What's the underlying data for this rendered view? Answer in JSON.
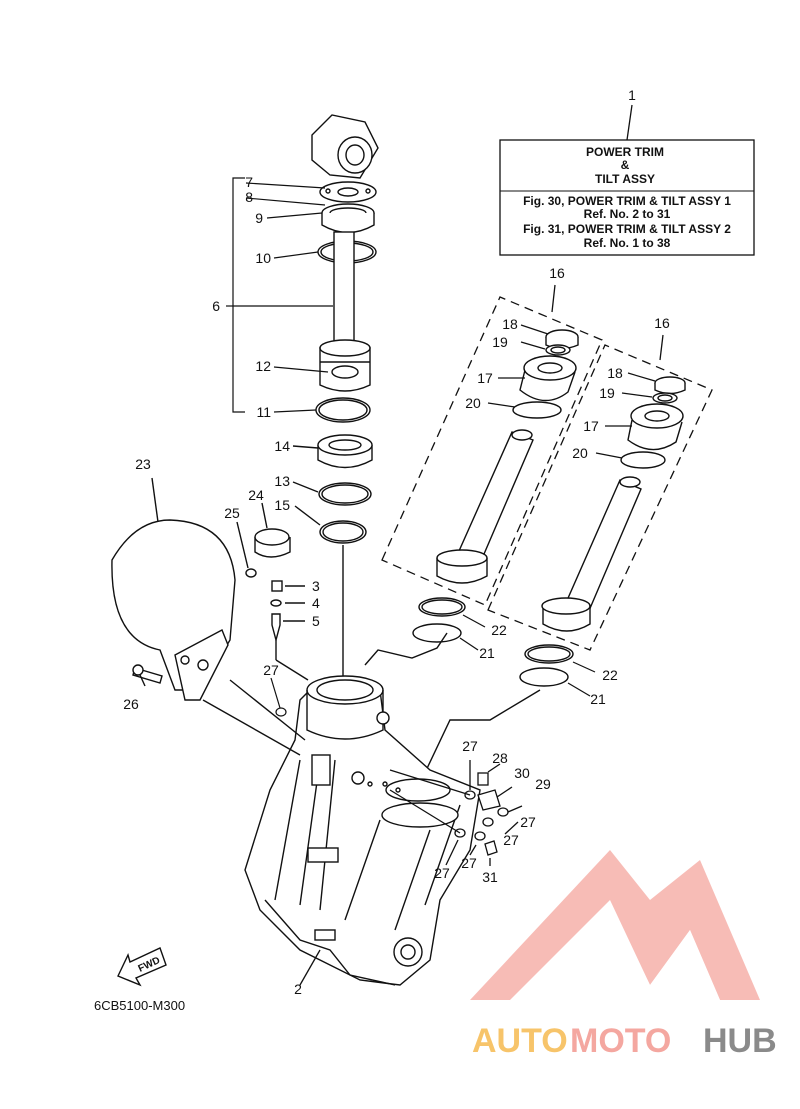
{
  "info_box": {
    "ref_number": "1",
    "lines": [
      "POWER TRIM",
      "&",
      "TILT ASSY",
      "Fig. 30, POWER TRIM & TILT ASSY 1",
      "Ref. No. 2 to 31",
      "Fig. 31, POWER TRIM & TILT ASSY 2",
      "Ref. No. 1 to 38"
    ]
  },
  "callouts": {
    "c7": "7",
    "c8": "8",
    "c9": "9",
    "c10": "10",
    "c6": "6",
    "c12": "12",
    "c11": "11",
    "c14": "14",
    "c13": "13",
    "c15": "15",
    "c23": "23",
    "c24": "24",
    "c25": "25",
    "c3": "3",
    "c4": "4",
    "c5": "5",
    "c26": "26",
    "c27a": "27",
    "c16a": "16",
    "c18a": "18",
    "c19a": "19",
    "c17a": "17",
    "c20a": "20",
    "c16b": "16",
    "c18b": "18",
    "c19b": "19",
    "c17b": "17",
    "c20b": "20",
    "c22a": "22",
    "c21a": "21",
    "c22b": "22",
    "c21b": "21",
    "c27b": "27",
    "c28": "28",
    "c30": "30",
    "c29": "29",
    "c27c": "27",
    "c27d": "27",
    "c27e": "27",
    "c27f": "27",
    "c31": "31",
    "c2": "2"
  },
  "fwd_label": "FWD",
  "diagram_code": "6CB5100-M300",
  "watermark": {
    "part1": "AUTO",
    "part2": "MOTO",
    "part3": "HUB",
    "colors": {
      "accent": "#f4a7a0",
      "orange": "#f7c46a",
      "gray": "#8a8a8a"
    }
  }
}
